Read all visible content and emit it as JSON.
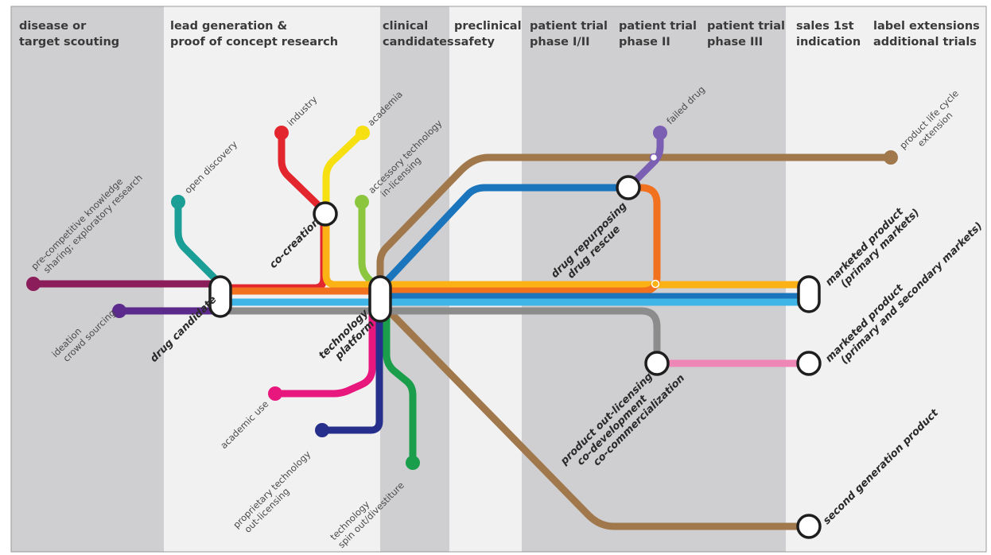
{
  "stages": [
    {
      "lines": [
        "disease or",
        "target scouting"
      ],
      "shade": "#cfcfd1"
    },
    {
      "lines": [
        "lead generation &",
        "proof of concept research"
      ],
      "shade": "#f1f1f2"
    },
    {
      "lines": [
        "clinical",
        "candidates"
      ],
      "shade": "#cfcfd1"
    },
    {
      "lines": [
        "preclinical",
        "safety"
      ],
      "shade": "#f1f1f2"
    },
    {
      "lines": [
        "patient trial",
        "phase I/II"
      ],
      "shade": "#cfcfd1"
    },
    {
      "lines": [
        "patient trial",
        "phase II"
      ],
      "shade": "#cfcfd1"
    },
    {
      "lines": [
        "patient trial",
        "phase III"
      ],
      "shade": "#cfcfd1"
    },
    {
      "lines": [
        "sales 1st",
        "indication"
      ],
      "shade": "#f1f1f2"
    },
    {
      "lines": [
        "label extensions",
        "additional trials"
      ],
      "shade": "#f1f1f2"
    }
  ],
  "sources": {
    "precompetitive": [
      "pre-competitive knowledge",
      "sharing; exploratory research"
    ],
    "ideation": [
      "ideation",
      "crowd sourcing"
    ],
    "open_discovery": [
      "open discovery"
    ],
    "industry": [
      "industry"
    ],
    "academia": [
      "academia"
    ],
    "accessory": [
      "accessory technology",
      "in-licensing"
    ],
    "failed_drug": [
      "failed drug"
    ],
    "life_cycle": [
      "product life cycle",
      "extension"
    ]
  },
  "sinks": {
    "academic_use": [
      "academic use"
    ],
    "proprietary": [
      "proprietary technology",
      "out-licensing"
    ],
    "spin_out": [
      "technology",
      "spin out/divestiture"
    ]
  },
  "nodes": {
    "drug_candidate": [
      "drug candidate"
    ],
    "co_creation": [
      "co-creation"
    ],
    "technology_platform": [
      "technology",
      "platform"
    ],
    "drug_repurposing": [
      "drug repurposing",
      "drug rescue"
    ],
    "out_licensing": [
      "product out-licensing",
      "co-development",
      "co-commercialization"
    ],
    "marketed_primary": [
      "marketed product",
      "(primary markets)"
    ],
    "marketed_secondary": [
      "marketed product",
      "(primary and secondary markets)"
    ],
    "second_generation": [
      "second generation product"
    ]
  },
  "colors": {
    "maroon": "#8b1d5a",
    "purple": "#5b2a8c",
    "teal": "#1a9e96",
    "red": "#e3262e",
    "yellow": "#f7e012",
    "orange_line": "#f2711f",
    "gold_line": "#fbb215",
    "lime": "#8cc63f",
    "brown": "#a0784b",
    "blue": "#1b75bc",
    "light_blue": "#3fb4e6",
    "gray": "#8c8c8c",
    "violet": "#7b5fb3",
    "pink": "#ee87b6",
    "magenta": "#e8177d",
    "navy": "#262f8c",
    "green": "#1a9e4b"
  }
}
